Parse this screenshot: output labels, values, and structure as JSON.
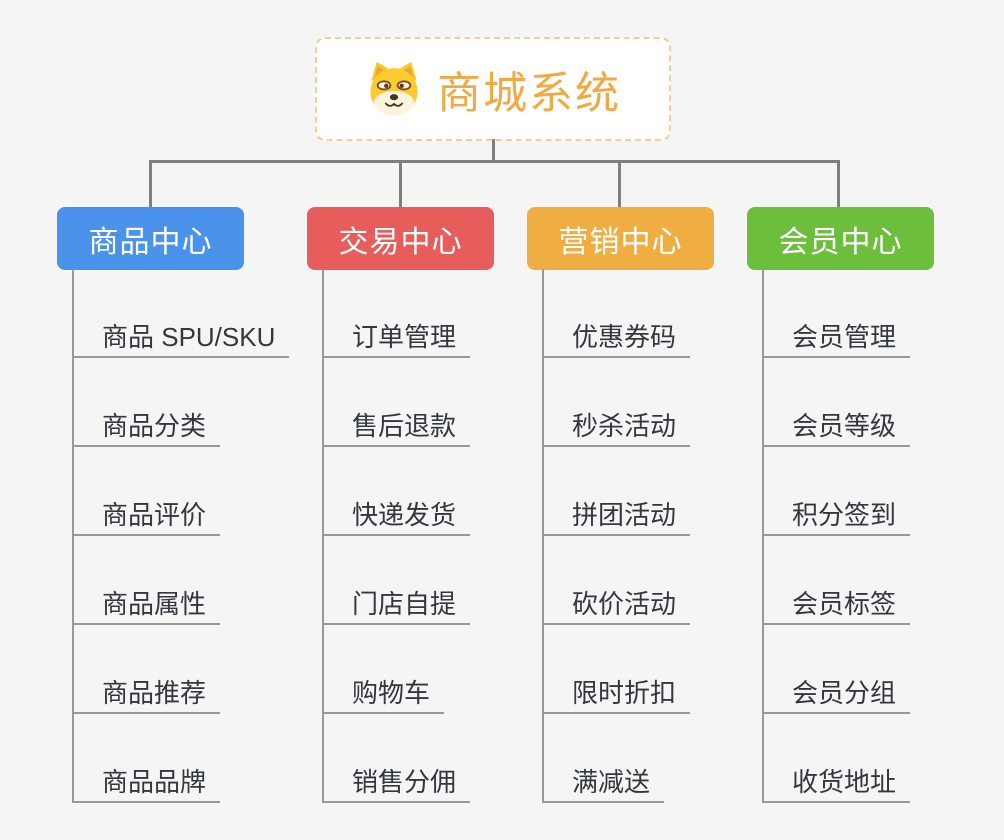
{
  "root": {
    "title": "商城系统",
    "icon": "shiba-dog-icon",
    "accent_color": "#f0a943",
    "border_color": "#f4ce96"
  },
  "connector_color": "#7f7f7f",
  "branches": [
    {
      "label": "商品中心",
      "color": "#4b93ea",
      "items": [
        "商品 SPU/SKU",
        "商品分类",
        "商品评价",
        "商品属性",
        "商品推荐",
        "商品品牌"
      ]
    },
    {
      "label": "交易中心",
      "color": "#e65d5b",
      "items": [
        "订单管理",
        "售后退款",
        "快递发货",
        "门店自提",
        "购物车",
        "销售分佣"
      ]
    },
    {
      "label": "营销中心",
      "color": "#efad42",
      "items": [
        "优惠券码",
        "秒杀活动",
        "拼团活动",
        "砍价活动",
        "限时折扣",
        "满减送"
      ]
    },
    {
      "label": "会员中心",
      "color": "#6cbe3c",
      "items": [
        "会员管理",
        "会员等级",
        "积分签到",
        "会员标签",
        "会员分组",
        "收货地址"
      ]
    }
  ]
}
